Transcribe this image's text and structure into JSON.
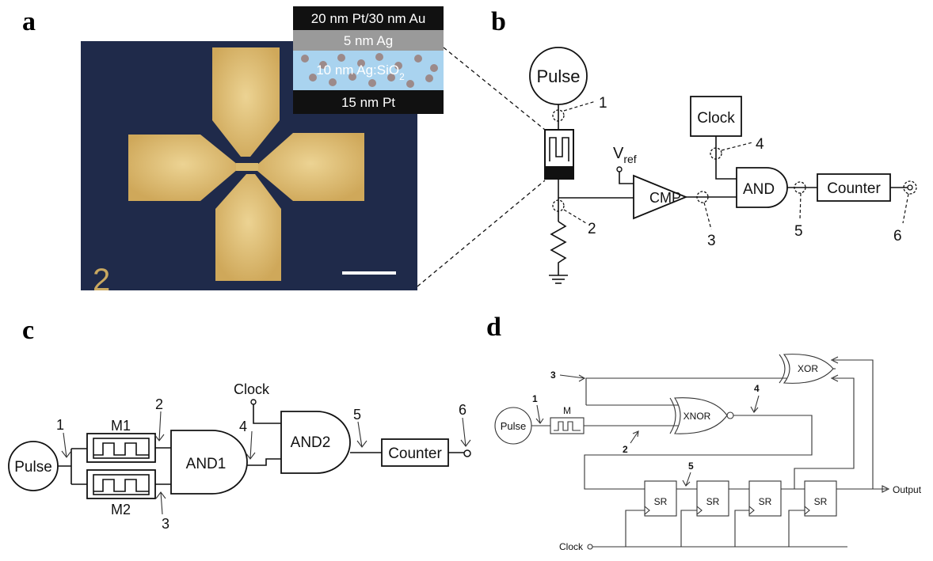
{
  "panels": {
    "a": {
      "letter": "a",
      "layers": [
        "20 nm Pt/30 nm Au",
        "5 nm Ag",
        "10 nm Ag:SiO",
        "15 nm Pt"
      ],
      "layer3_sub": "2",
      "device_label": "2"
    },
    "b": {
      "letter": "b",
      "pulse": "Pulse",
      "clock": "Clock",
      "vref": "V",
      "vref_sub": "ref",
      "cmp": "CMP",
      "and": "AND",
      "counter": "Counter",
      "probes": [
        "1",
        "2",
        "3",
        "4",
        "5",
        "6"
      ]
    },
    "c": {
      "letter": "c",
      "pulse": "Pulse",
      "clock": "Clock",
      "m1": "M1",
      "m2": "M2",
      "and1": "AND1",
      "and2": "AND2",
      "counter": "Counter",
      "probes": [
        "1",
        "2",
        "3",
        "4",
        "5",
        "6"
      ]
    },
    "d": {
      "letter": "d",
      "pulse": "Pulse",
      "m": "M",
      "xnor": "XNOR",
      "xor": "XOR",
      "sr": [
        "SR",
        "SR",
        "SR",
        "SR"
      ],
      "clock": "Clock",
      "output": "Output",
      "probes": [
        "1",
        "2",
        "3",
        "4",
        "5"
      ]
    }
  },
  "colors": {
    "substrate": "#1f2a4a",
    "gold": "#e3c27a",
    "layer_top": "#111111",
    "layer_ag": "#9a9a9a",
    "layer_agsio2": "#a9d3ef",
    "layer_pt": "#111111",
    "particle": "#9c8a8a"
  }
}
